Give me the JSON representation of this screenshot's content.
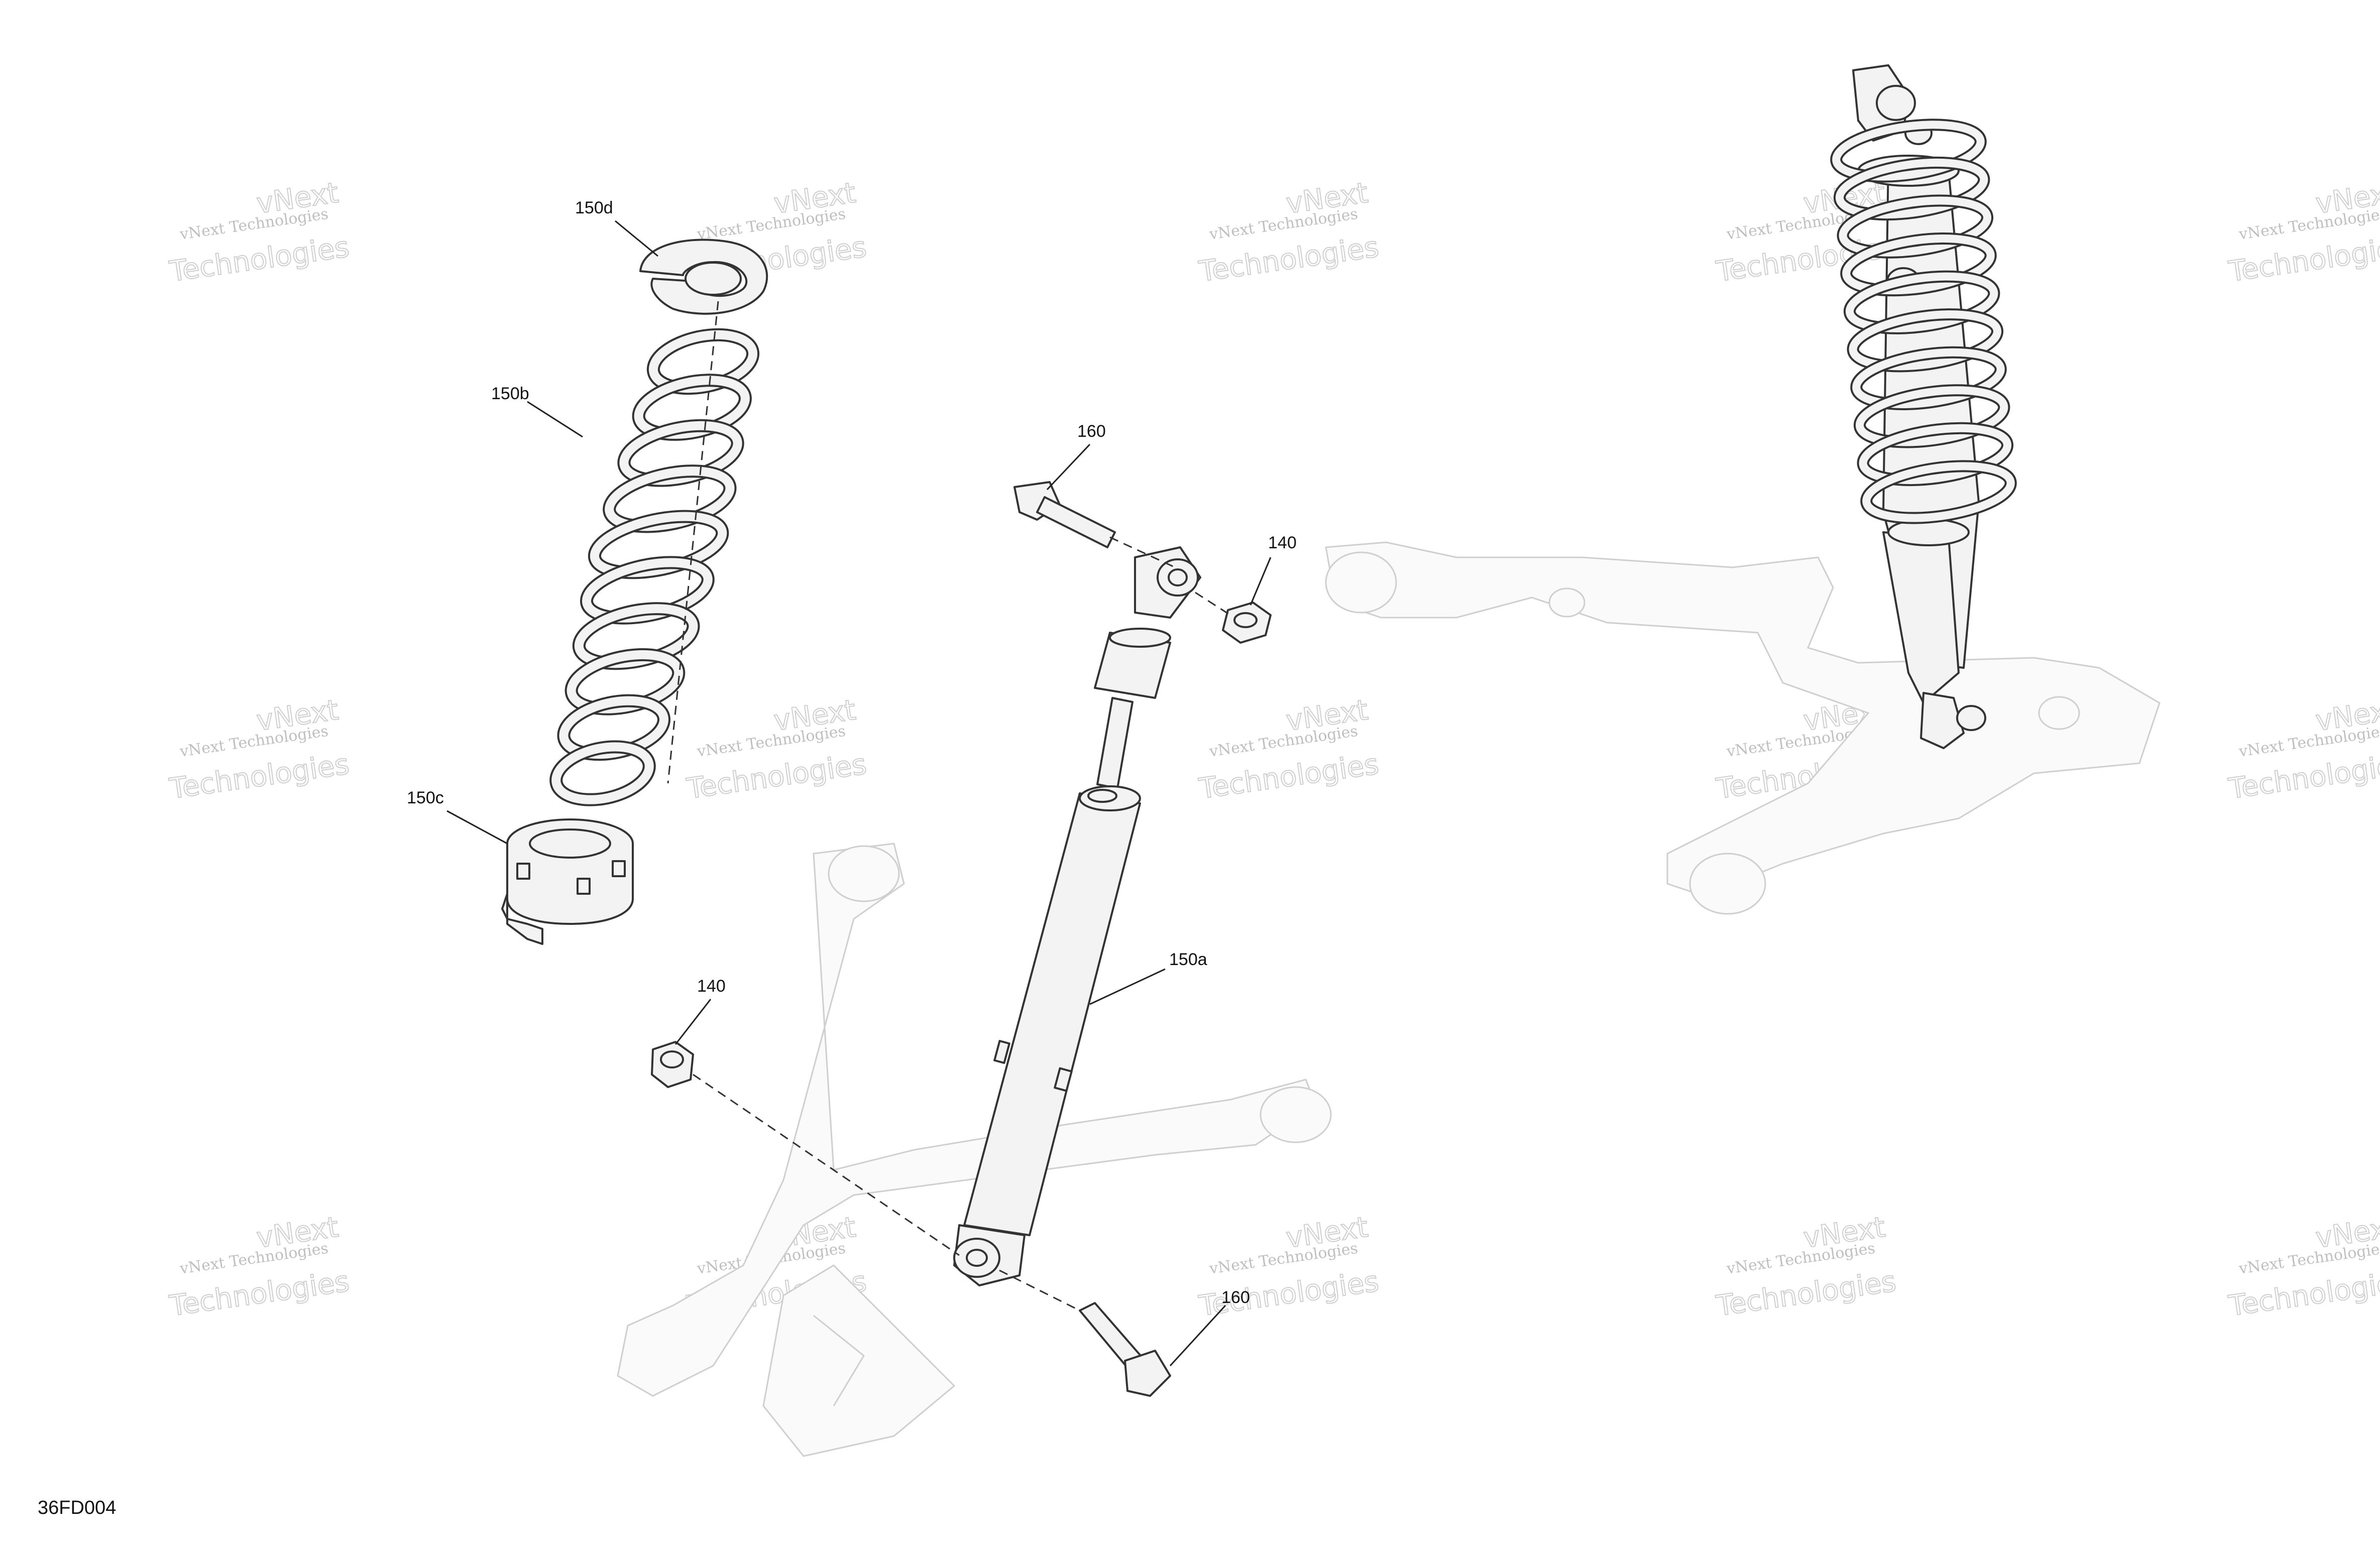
{
  "figure_id": "36FD004",
  "callouts": {
    "c150d": "150d",
    "c150b": "150b",
    "c150c": "150c",
    "c160_top": "160",
    "c140_right": "140",
    "c140_left": "140",
    "c150a": "150a",
    "c160_bottom": "160"
  },
  "watermark": {
    "line1": "vNext Technologies",
    "big1": "vNext",
    "big2": "Technologies"
  }
}
